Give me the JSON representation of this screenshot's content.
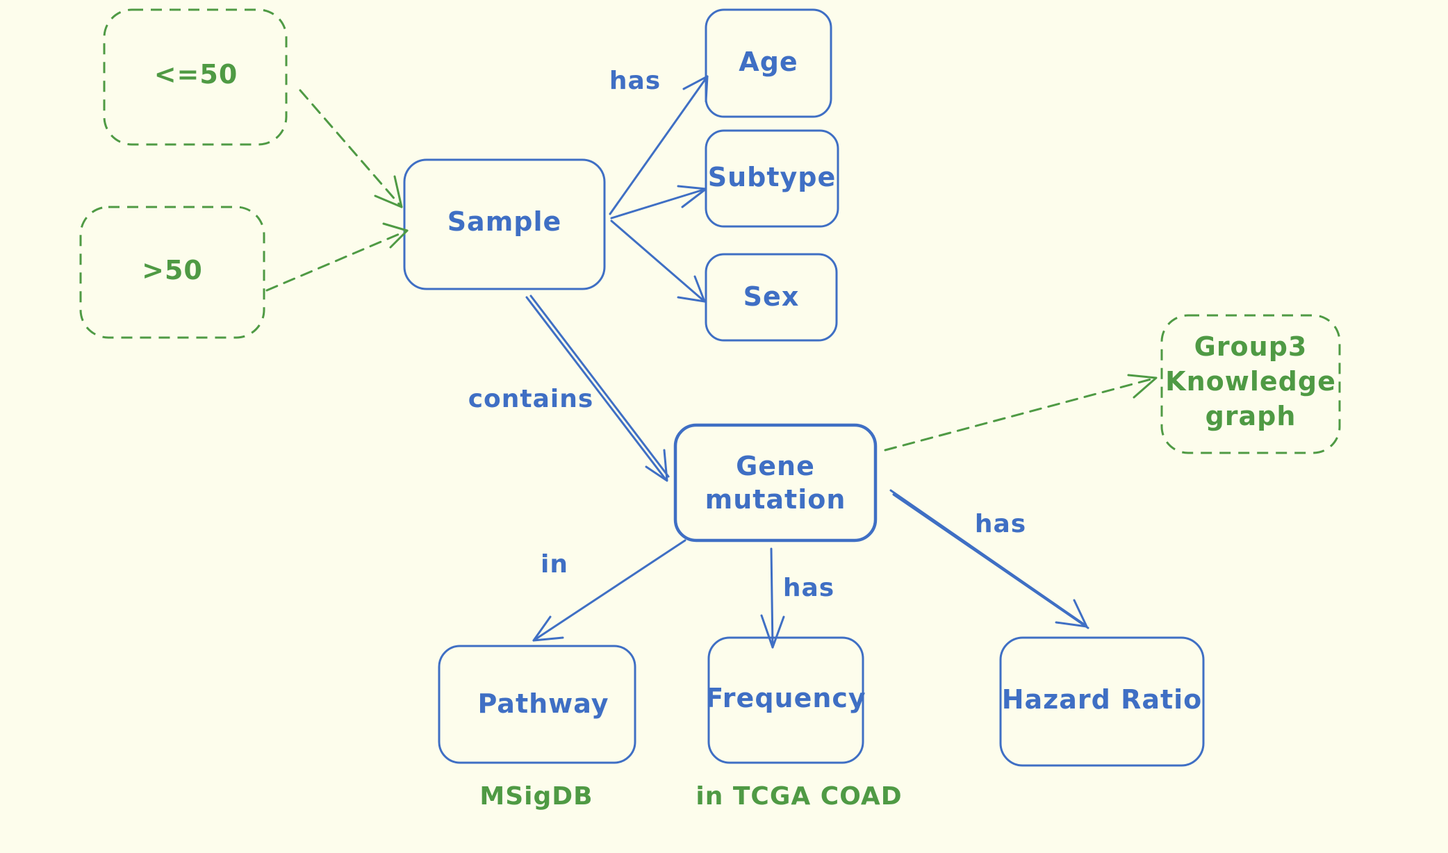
{
  "diagram": {
    "nodes": {
      "age_le_50": {
        "label": "<=50",
        "color": "#4f9a44"
      },
      "age_gt_50": {
        "label": ">50",
        "color": "#4f9a44"
      },
      "sample": {
        "label": "Sample",
        "color": "#3f6fc4"
      },
      "age": {
        "label": "Age",
        "color": "#3f6fc4"
      },
      "subtype": {
        "label": "Subtype",
        "color": "#3f6fc4"
      },
      "sex": {
        "label": "Sex",
        "color": "#3f6fc4"
      },
      "gene_mutation": {
        "label_line1": "Gene",
        "label_line2": "mutation",
        "color": "#3f6fc4"
      },
      "group3": {
        "label_line1": "Group3",
        "label_line2": "Knowledge",
        "label_line3": "graph",
        "color": "#4f9a44"
      },
      "pathway": {
        "label": "Pathway",
        "color": "#3f6fc4"
      },
      "frequency": {
        "label": "Frequency",
        "color": "#3f6fc4"
      },
      "hazard_ratio": {
        "label": "Hazard Ratio",
        "color": "#3f6fc4"
      }
    },
    "edge_labels": {
      "sample_has": "has",
      "contains": "contains",
      "in": "in",
      "frequency_has": "has",
      "hazard_has": "has"
    },
    "notes": {
      "msigdb": "MSigDB",
      "tcga": "in TCGA COAD"
    }
  }
}
